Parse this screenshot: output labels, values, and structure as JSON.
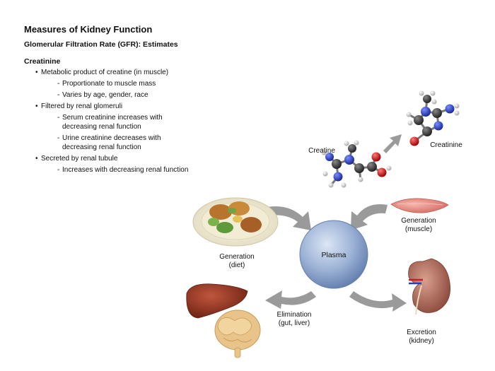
{
  "slide": {
    "title": "Measures of Kidney Function",
    "subtitle": "Glomerular Filtration Rate (GFR): Estimates",
    "section": "Creatinine",
    "bullets": [
      {
        "text": "Metabolic product of creatine (in muscle)",
        "subs": [
          "Proportionate to muscle mass",
          "Varies by age, gender, race"
        ]
      },
      {
        "text": "Filtered by renal glomeruli",
        "subs": [
          "Serum creatinine increases with decreasing renal function",
          "Urine creatinine decreases with decreasing renal function"
        ]
      },
      {
        "text": "Secreted by renal tubule",
        "subs": [
          "Increases with decreasing renal function"
        ]
      }
    ]
  },
  "diagram": {
    "center": "Plasma",
    "creatine_label": "Creatine",
    "creatinine_label": "Creatinine",
    "generation_diet": [
      "Generation",
      "(diet)"
    ],
    "generation_muscle": [
      "Generation",
      "(muscle)"
    ],
    "elimination": [
      "Elimination",
      "(gut, liver)"
    ],
    "excretion": [
      "Excretion",
      "(kidney)"
    ]
  },
  "colors": {
    "arrow": "#9a9a9a",
    "sphere": "#8fa8cf",
    "carbon": "#333333",
    "nitrogen": "#2a3fbf",
    "oxygen": "#d41a1a",
    "hydrogen": "#e8e8e8"
  }
}
